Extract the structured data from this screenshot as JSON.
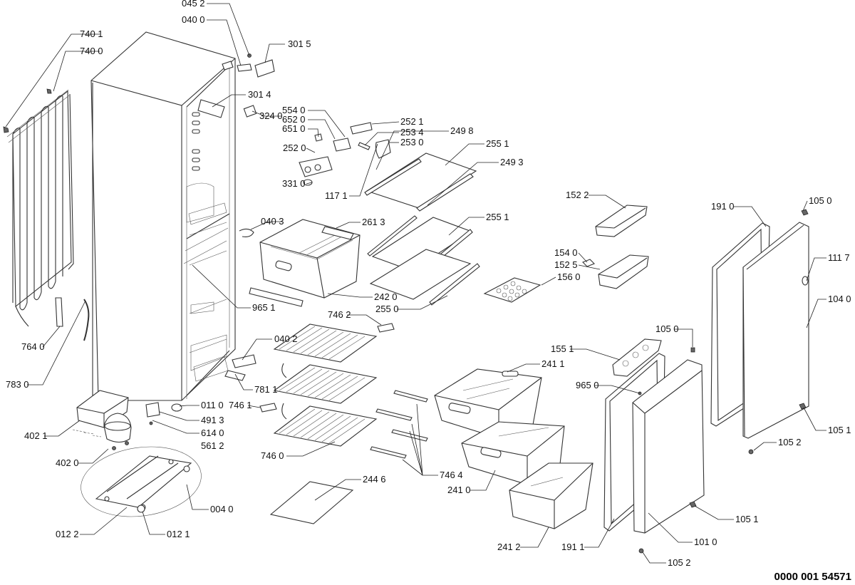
{
  "diagram": {
    "doc_number": "0000 001 54571",
    "labels": {
      "p4521": "045 2",
      "p4000": "040 0",
      "p3015": "301 5",
      "p7401": "740 1",
      "p7400": "740 0",
      "p3014": "301 4",
      "p3240": "324 0",
      "p5540": "554 0",
      "p6520": "652 0",
      "p6510": "651 0",
      "p2521": "252 1",
      "p2534": "253 4",
      "p2530": "253 0",
      "p2498": "249 8",
      "p2520": "252 0",
      "p2551a": "255 1",
      "p2493": "249 3",
      "p3310": "331 0",
      "p1171": "117 1",
      "p1522": "152 2",
      "p1910a": "191 0",
      "p1050a": "105 0",
      "p0403": "040 3",
      "p2613": "261 3",
      "p2551b": "255 1",
      "p1540": "154 0",
      "p1525": "152 5",
      "p1117": "111 7",
      "p1560": "156 0",
      "p2420": "242 0",
      "p9651": "965 1",
      "p2550": "255 0",
      "p1040": "104 0",
      "p7462": "746 2",
      "p1050b": "105 0",
      "p7640": "764 0",
      "p0402": "040 2",
      "p1551": "155 1",
      "p2411": "241 1",
      "p7830": "783 0",
      "p7811": "781 1",
      "p9650": "965 0",
      "p0110": "011 0",
      "p7461": "746 1",
      "p4913": "491 3",
      "p4021": "402 1",
      "p6140": "614 0",
      "p5612": "561 2",
      "p1051a": "105 1",
      "p7460": "746 0",
      "p1052a": "105 2",
      "p4020": "402 0",
      "p7464": "746 4",
      "p2446": "244 6",
      "p2410": "241 0",
      "p0040": "004 0",
      "p1051b": "105 1",
      "p0122": "012 2",
      "p0121": "012 1",
      "p2412": "241 2",
      "p1911": "191 1",
      "p1010": "101 0",
      "p1052b": "105 2"
    }
  }
}
